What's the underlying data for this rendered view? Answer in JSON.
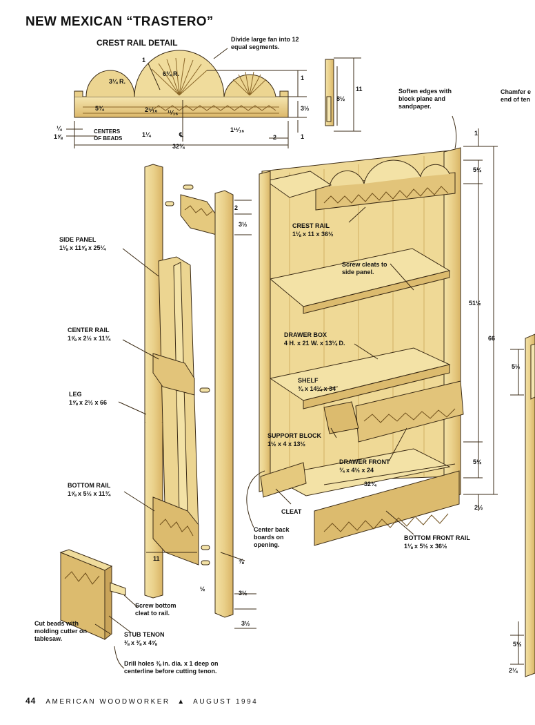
{
  "header": {
    "title": "NEW MEXICAN “TRASTERO”",
    "crest_detail_title": "CREST RAIL DETAIL"
  },
  "crest_detail": {
    "fan_note": "Divide large fan into 12 equal segments.",
    "dims": {
      "r1": "1",
      "r_314": "3¼ R.",
      "r_634": "6¾ R.",
      "d_534": "5¾",
      "d_2516": "2⁵⁄₁₆",
      "d_1116": "¹¹⁄₁₆",
      "d_112": "3½",
      "d_1": "1",
      "d_11": "11",
      "d_812": "8½",
      "d_114": "1¼",
      "cl": "℄",
      "d_11116": "1¹¹⁄₁₆",
      "d_2": "2",
      "d_1b": "1",
      "d_14": "¼",
      "d_158": "1⅝",
      "centers": "CENTERS OF BEADS",
      "d_3234": "32¾"
    }
  },
  "notes": {
    "soften": "Soften edges with block plane and sandpaper.",
    "chamfer": "Chamfer e end of ten",
    "screw_cleats": "Screw cleats to side panel.",
    "center_back": "Center back boards on opening.",
    "screw_bottom": "Screw bottom cleat to rail.",
    "cut_beads": "Cut beads with molding cutter on tablesaw.",
    "drill": "Drill holes ⅜ in. dia. x 1 deep on centerline before cutting tenon."
  },
  "parts": {
    "side_panel": {
      "name": "SIDE PANEL",
      "dims": "1⅛ x 11⅝ x 25¼"
    },
    "center_rail": {
      "name": "CENTER RAIL",
      "dims": "1⅝ x 2½ x 11¾"
    },
    "leg": {
      "name": "LEG",
      "dims": "1⅝ x 2½ x 66"
    },
    "bottom_rail": {
      "name": "BOTTOM RAIL",
      "dims": "1⅝ x 5½ x 11¾"
    },
    "crest_rail": {
      "name": "CREST RAIL",
      "dims": "1⅛ x 11 x 36½"
    },
    "drawer_box": {
      "name": "DRAWER BOX",
      "dims": "4 H. x 21 W. x 13¼ D."
    },
    "shelf": {
      "name": "SHELF",
      "dims": "¾ x 14¼ x 34"
    },
    "support_block": {
      "name": "SUPPORT BLOCK",
      "dims": "1½ x 4 x 13½"
    },
    "drawer_front": {
      "name": "DRAWER FRONT",
      "dims": "¾ x 4½ x 24"
    },
    "cleat": {
      "name": "CLEAT"
    },
    "bottom_front_rail": {
      "name": "BOTTOM FRONT RAIL",
      "dims": "1⅛ x 5½ x 36½"
    },
    "stub_tenon": {
      "name": "STUB TENON",
      "dims": "⅜ x ⅜ x 4⅝"
    }
  },
  "dimensions": {
    "d_1_top": "1",
    "d_512_top": "5½",
    "d_5112": "51½",
    "d_66": "66",
    "d_512_bot": "5½",
    "d_212": "2½",
    "d_3234_mid": "32¾",
    "d_2_rail": "2",
    "d_312_rail": "3½",
    "d_11_bottom": "11",
    "d_38": "⅜",
    "d_12": "½",
    "d_312_a": "3½",
    "d_312_b": "3½",
    "d_512_right_top": "5½",
    "d_512_right_bot": "5½",
    "d_214_right": "2¼"
  },
  "footer": {
    "page_number": "44",
    "publication": "AMERICAN WOODWORKER",
    "separator": "▲",
    "issue": "AUGUST 1994"
  },
  "colors": {
    "wood_light": "#f3e2a6",
    "wood_mid": "#e6c77a",
    "wood_dark": "#b88a3c",
    "line": "#3a2a14"
  }
}
